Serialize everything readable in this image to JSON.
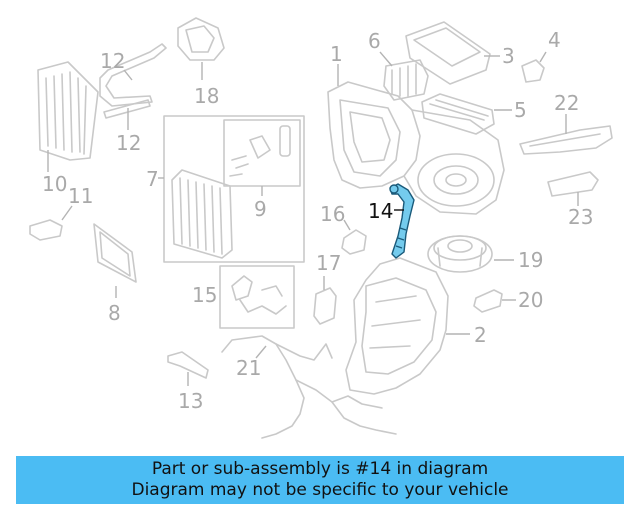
{
  "colors": {
    "banner_background": "#4bbcf3",
    "highlight_fill": "#74cbed",
    "part_stroke": "#c9c9c9",
    "label_gray": "#a9a9a9"
  },
  "callouts": {
    "c1": "1",
    "c2": "2",
    "c3": "3",
    "c4": "4",
    "c5": "5",
    "c6": "6",
    "c7": "7",
    "c8": "8",
    "c9": "9",
    "c10": "10",
    "c11": "11",
    "c12a": "12",
    "c12b": "12",
    "c13": "13",
    "c14": "14",
    "c15": "15",
    "c16": "16",
    "c17": "17",
    "c18": "18",
    "c19": "19",
    "c20": "20",
    "c21": "21",
    "c22": "22",
    "c23": "23"
  },
  "highlighted_callout": "14",
  "banner": {
    "line1": "Part or sub-assembly is #14 in diagram",
    "line2": "Diagram may not be specific to your vehicle"
  }
}
